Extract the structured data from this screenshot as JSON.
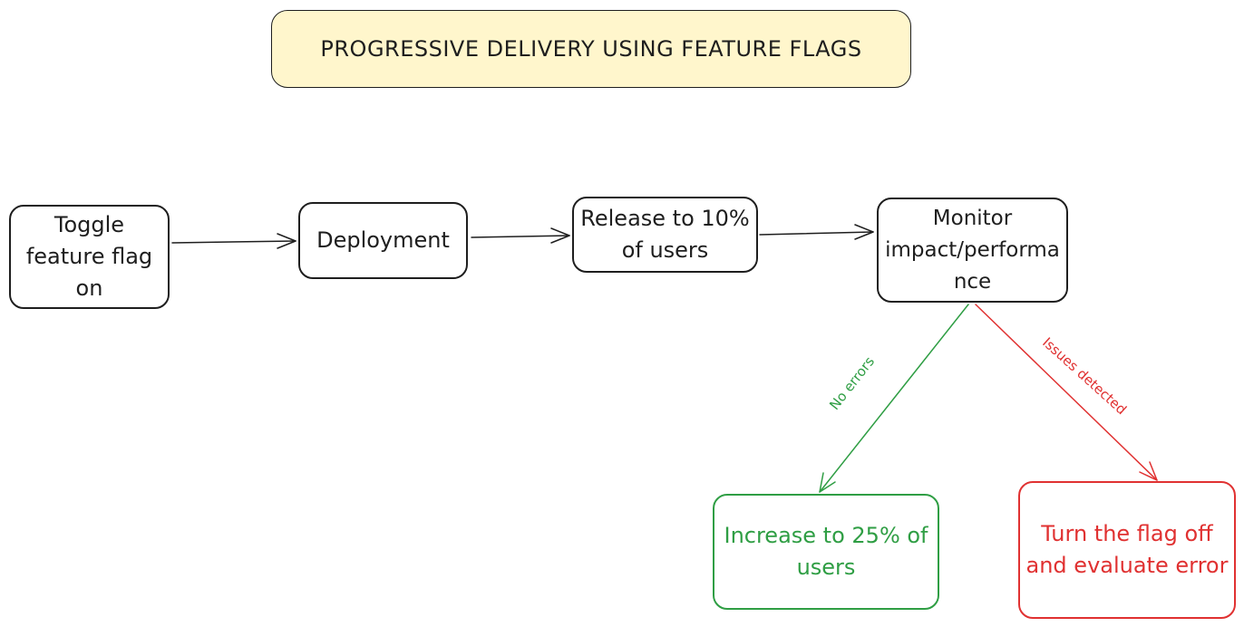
{
  "title": "PROGRESSIVE DELIVERY USING FEATURE FLAGS",
  "nodes": {
    "toggle": "Toggle feature flag on",
    "deployment": "Deployment",
    "release": "Release to 10% of users",
    "monitor": "Monitor impact/performance",
    "increase": "Increase to 25% of users",
    "turn_off": "Turn the flag off and evaluate error"
  },
  "edges": {
    "no_errors": "No errors",
    "issues_detected": "Issues detected"
  },
  "colors": {
    "title_fill": "#fff6cc",
    "stroke": "#1e1e1e",
    "success": "#2f9e44",
    "error": "#e03131"
  }
}
